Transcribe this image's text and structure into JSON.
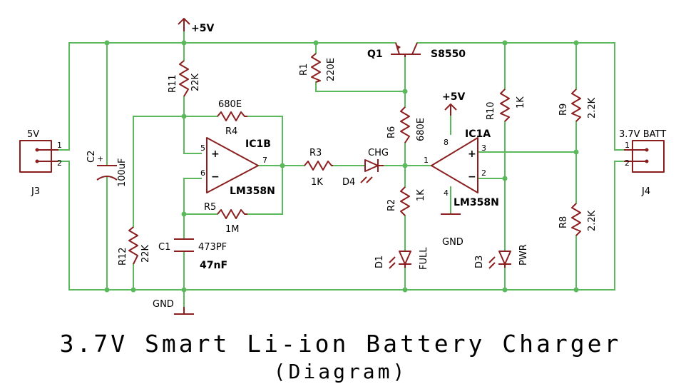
{
  "title": "3.7V Smart Li-ion Battery Charger",
  "subtitle": "(Diagram)",
  "power": {
    "vcc_top": "+5V",
    "vcc_ic1a": "+5V",
    "gnd_main": "GND",
    "gnd_ic1a": "GND"
  },
  "connectors": {
    "j3": {
      "ref": "J3",
      "label": "5V",
      "pin1": "1",
      "pin2": "2"
    },
    "j4": {
      "ref": "J4",
      "label": "3.7V BATT",
      "pin1": "1",
      "pin2": "2"
    }
  },
  "capacitors": {
    "c2": {
      "ref": "C2",
      "value": "100uF",
      "polarity": "+"
    },
    "c1": {
      "ref": "C1",
      "value": "473PF",
      "note": "47nF"
    }
  },
  "resistors": {
    "r1": {
      "ref": "R1",
      "value": "220E"
    },
    "r2": {
      "ref": "R2",
      "value": "1K"
    },
    "r3": {
      "ref": "R3",
      "value": "1K"
    },
    "r4": {
      "ref": "R4",
      "value": "680E"
    },
    "r5": {
      "ref": "R5",
      "value": "1M"
    },
    "r6": {
      "ref": "R6",
      "value": "680E"
    },
    "r8": {
      "ref": "R8",
      "value": "2.2K"
    },
    "r9": {
      "ref": "R9",
      "value": "2.2K"
    },
    "r10": {
      "ref": "R10",
      "value": "1K"
    },
    "r11": {
      "ref": "R11",
      "value": "22K"
    },
    "r12": {
      "ref": "R12",
      "value": "22K"
    }
  },
  "transistor": {
    "ref": "Q1",
    "part": "S8550"
  },
  "opamps": {
    "ic1b": {
      "ref": "IC1B",
      "part": "LM358N",
      "pin_noninv": "5",
      "pin_inv": "6",
      "pin_out": "7",
      "plus": "+",
      "minus": "−"
    },
    "ic1a": {
      "ref": "IC1A",
      "part": "LM358N",
      "pin_noninv": "3",
      "pin_inv": "2",
      "pin_out": "1",
      "pin_vcc": "8",
      "pin_gnd": "4",
      "plus": "+",
      "minus": "−"
    }
  },
  "leds": {
    "d1": {
      "ref": "D1",
      "label": "FULL"
    },
    "d3": {
      "ref": "D3",
      "label": "PWR"
    },
    "d4": {
      "ref": "D4",
      "label": "CHG"
    }
  },
  "colors": {
    "wire": "#5cb85c",
    "component": "#8b1f1f",
    "text": "#000000"
  }
}
